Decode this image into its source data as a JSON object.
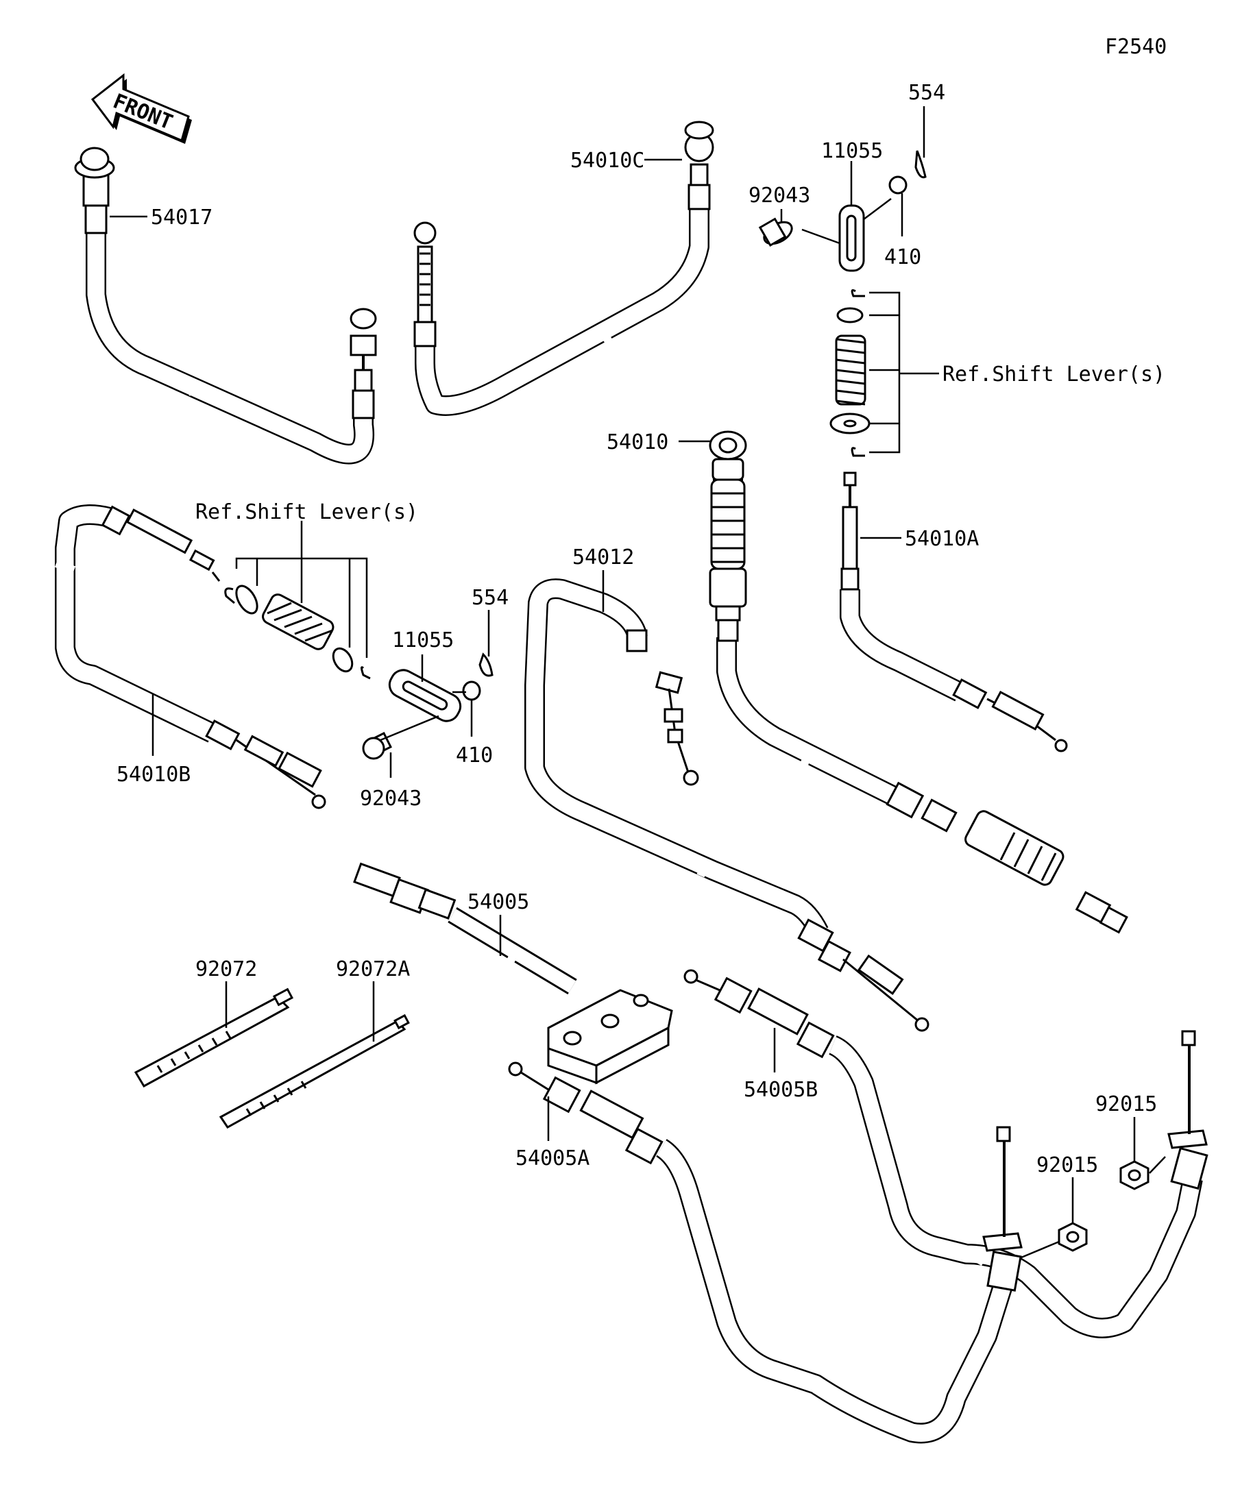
{
  "figure_id": "F2540",
  "front_arrow": {
    "text": "FRONT",
    "icon": "front-direction-arrow-icon"
  },
  "labels": {
    "p54017": "54017",
    "p54010C": "54010C",
    "p554_top": "554",
    "p11055_top": "11055",
    "p92043_top": "92043",
    "p410_top": "410",
    "ref_shift_top": "Ref.Shift Lever(s)",
    "p54010": "54010",
    "p54010A": "54010A",
    "ref_shift_left": "Ref.Shift Lever(s)",
    "p554_left": "554",
    "p11055_left": "11055",
    "p410_left": "410",
    "p92043_left": "92043",
    "p54010B": "54010B",
    "p54012": "54012",
    "p54005": "54005",
    "p92072": "92072",
    "p92072A": "92072A",
    "p54005B": "54005B",
    "p54005A": "54005A",
    "p92015_right": "92015",
    "p92015_mid": "92015"
  }
}
